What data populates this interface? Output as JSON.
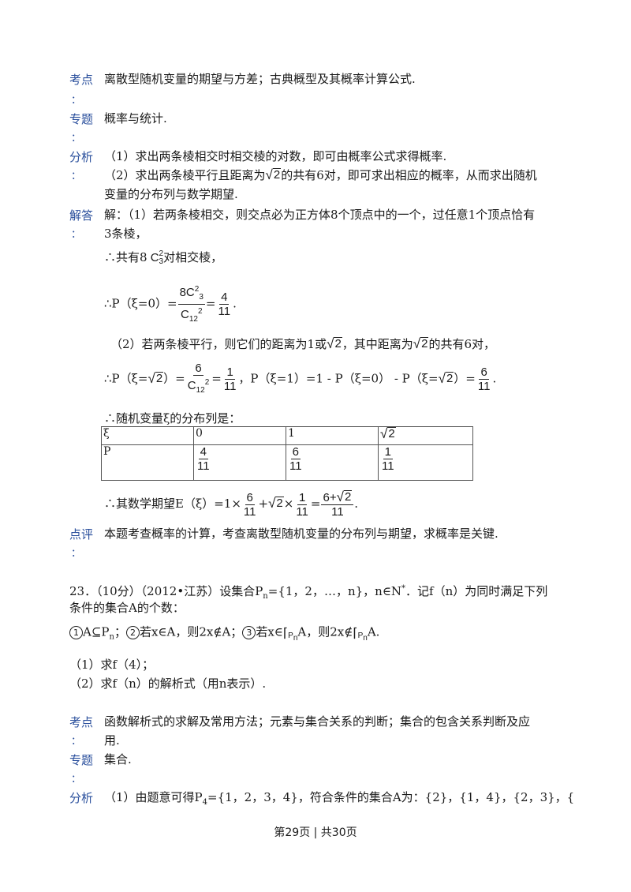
{
  "s1": {
    "kaodian_label": "考点",
    "kaodian_text": "离散型随机变量的期望与方差；古典概型及其概率计算公式.",
    "zhuanti_label": "专题",
    "zhuanti_text": "概率与统计.",
    "fenxi_label": "分析",
    "fenxi_1": "（1）求出两条棱相交时相交棱的对数，即可由概率公式求得概率.",
    "fenxi_2a": "（2）求出两条棱平行且距离为",
    "fenxi_2b": "的共有6对，即可求出相应的概率，从而求出随机",
    "fenxi_3": "变量的分布列与数学期望.",
    "jieda_label": "解答",
    "jieda_1": "解：（1）若两条棱相交，则交点必为正方体8个顶点中的一个，过任意1个顶点恰有",
    "jieda_2": "3条棱，",
    "line_gong_a": "∴共有8",
    "line_gong_b": "对相交棱，",
    "p0_prefix": "∴P（ξ=0）=",
    "p0_num": "8C",
    "p0_den": "C",
    "p0_res_num": "4",
    "p0_res_den": "11",
    "line_par_a": "（2）若两条棱平行，则它们的距离为1或",
    "line_par_b": "，其中距离为",
    "line_par_c": "的共有6对，",
    "p2_prefix": "∴P（ξ=",
    "p2_mid": "）=",
    "p2_num": "6",
    "p2_res_num": "1",
    "p2_res_den": "11",
    "p2_p1": "，P（ξ=1）=1 - P（ξ=0） - P（ξ=",
    "p2_p1_end": "）=",
    "p2_r_num": "6",
    "p2_r_den": "11",
    "dist_intro": "∴随机变量ξ的分布列是：",
    "table": {
      "row1": [
        "ξ",
        "0",
        "1",
        "√2"
      ],
      "row2_label": "P",
      "row2": [
        {
          "num": "4",
          "den": "11"
        },
        {
          "num": "6",
          "den": "11"
        },
        {
          "num": "1",
          "den": "11"
        }
      ]
    },
    "exp_prefix": "∴其数学期望E（ξ）=1×",
    "exp_f1_num": "6",
    "exp_f1_den": "11",
    "exp_plus": "+",
    "exp_times": "×",
    "exp_f2_num": "1",
    "exp_f2_den": "11",
    "exp_eq": "=",
    "exp_f3_num": "6+",
    "exp_f3_den": "11",
    "dianping_label": "点评",
    "dianping_text": "本题考查概率的计算，考查离散型随机变量的分布列与期望，求概率是关键."
  },
  "q23": {
    "line1": "23．（10分）（2012•江苏）设集合P",
    "line1b": "={1，2，…，n}，n∈N",
    "line1c": "．记f（n）为同时满足下列",
    "line2": "条件的集合A的个数：",
    "cond_a": "A⊆P",
    "cond_b": "；",
    "cond_c": "若x∈A，则2x∉A；",
    "cond_d": "若x∈",
    "cond_e": "A，则2x∉",
    "cond_f": "A.",
    "sub1": "（1）求f（4）；",
    "sub2": "（2）求f（n）的解析式（用n表示）."
  },
  "s2": {
    "kaodian_label": "考点",
    "kaodian_1": "函数解析式的求解及常用方法；元素与集合关系的判断；集合的包含关系判断及应",
    "kaodian_2": "用.",
    "zhuanti_label": "专题",
    "zhuanti_text": "集合.",
    "fenxi_label": "分析",
    "fenxi_1": "（1）由题意可得P",
    "fenxi_1b": "={1，2，3，4}，符合条件的集合A为：{2}，{1，4}，{2，3}，{"
  },
  "footer": "第29页 | 共30页"
}
